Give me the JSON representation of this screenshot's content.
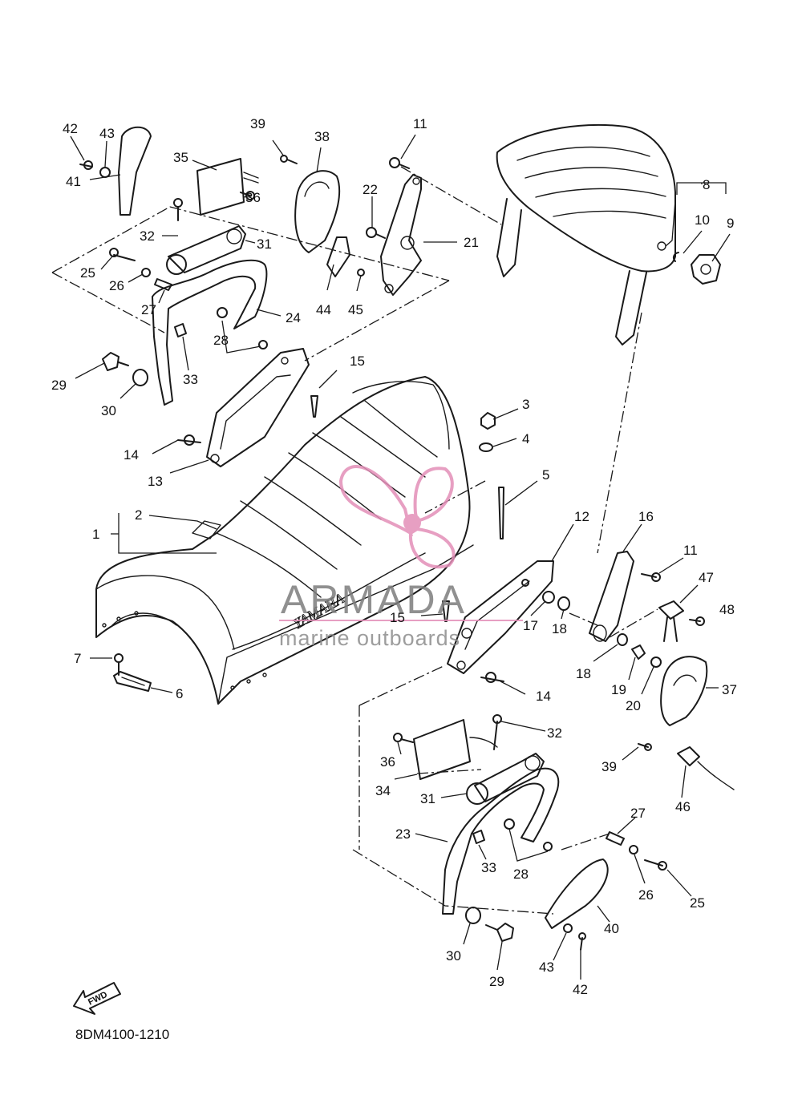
{
  "diagram": {
    "callouts": {
      "c1": "1",
      "c2": "2",
      "c3": "3",
      "c4": "4",
      "c5": "5",
      "c6": "6",
      "c7": "7",
      "c8": "8",
      "c9": "9",
      "c10": "10",
      "c11a": "11",
      "c11b": "11",
      "c12": "12",
      "c13": "13",
      "c14a": "14",
      "c14b": "14",
      "c15a": "15",
      "c15b": "15",
      "c16": "16",
      "c17": "17",
      "c18a": "18",
      "c18b": "18",
      "c19": "19",
      "c20": "20",
      "c21": "21",
      "c22": "22",
      "c23": "23",
      "c24": "24",
      "c25a": "25",
      "c25b": "25",
      "c26a": "26",
      "c26b": "26",
      "c27a": "27",
      "c27b": "27",
      "c28a": "28",
      "c28b": "28",
      "c29a": "29",
      "c29b": "29",
      "c30a": "30",
      "c30b": "30",
      "c31a": "31",
      "c31b": "31",
      "c32a": "32",
      "c32b": "32",
      "c33a": "33",
      "c33b": "33",
      "c34": "34",
      "c35": "35",
      "c36a": "36",
      "c36b": "36",
      "c37": "37",
      "c38": "38",
      "c39a": "39",
      "c39b": "39",
      "c40": "40",
      "c41": "41",
      "c42a": "42",
      "c42b": "42",
      "c43a": "43",
      "c43b": "43",
      "c44": "44",
      "c45": "45",
      "c46": "46",
      "c47": "47",
      "c48": "48"
    },
    "seat_brand": "YAMAHA",
    "fwd_label": "FWD",
    "drawing_code": "8DM4100-1210"
  },
  "watermark": {
    "brand": "ARMADA",
    "tagline": "marine outboards",
    "logo_icon": "propeller-icon",
    "accent_color": "#e38fb8",
    "text_color": "#7d7d7d"
  }
}
